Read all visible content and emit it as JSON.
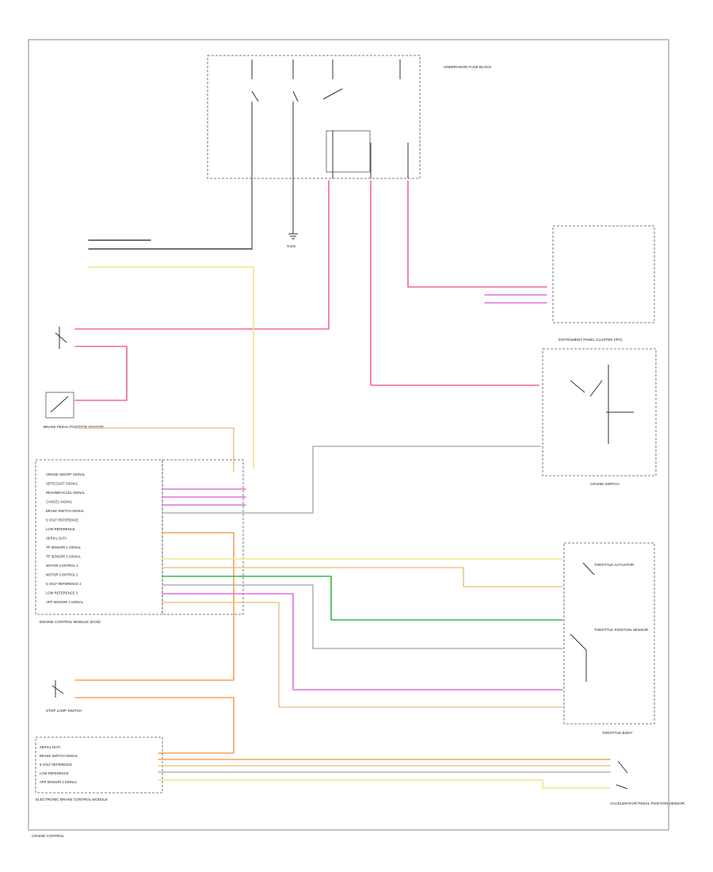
{
  "colors": {
    "red": "#f06a8a",
    "pink": "#e070e0",
    "yellow": "#f0e68c",
    "orange": "#f5a35a",
    "green": "#38b84a",
    "grey": "#b4b4b4",
    "tan": "#e8c88a",
    "dark": "#444444"
  },
  "labels": {
    "cruise_switch": "CRUISE SWITCH",
    "brake_sensor": "BRAKE PEDAL POSITION SENSOR",
    "ecm": "ENGINE CONTROL MODULE (ECM)",
    "throttle_sensor": "THROTTLE BODY",
    "throttle_actuator": "THROTTLE ACTUATOR",
    "tp_sensor": "THROTTLE POSITION SENSOR",
    "cluster": "INSTRUMENT PANEL CLUSTER (IPC)",
    "accel_pedal": "ACCELERATOR PEDAL POSITION SENSOR",
    "electronic_module": "ELECTRONIC BRAKE CONTROL MODULE",
    "stop_lamp": "STOP LAMP SWITCH",
    "fuse_block": "UNDERHOOD FUSE BLOCK",
    "ground": "G101",
    "footer": "CRUISE CONTROL"
  },
  "ecm_pins": [
    "CRUISE ON/OFF SIGNAL",
    "SET/COAST SIGNAL",
    "RESUME/ACCEL SIGNAL",
    "CANCEL SIGNAL",
    "BRAKE SWITCH SIGNAL",
    "5 VOLT REFERENCE",
    "LOW REFERENCE",
    "SERIAL DATA",
    "TP SENSOR 1 SIGNAL",
    "TP SENSOR 2 SIGNAL",
    "MOTOR CONTROL 1",
    "MOTOR CONTROL 2",
    "5 VOLT REFERENCE 2",
    "LOW REFERENCE 2",
    "APP SENSOR 1 SIGNAL"
  ],
  "module_pins": [
    "SERIAL DATA",
    "BRAKE SWITCH SIGNAL",
    "5 VOLT REFERENCE",
    "LOW REFERENCE",
    "APP SENSOR 1 SIGNAL"
  ]
}
